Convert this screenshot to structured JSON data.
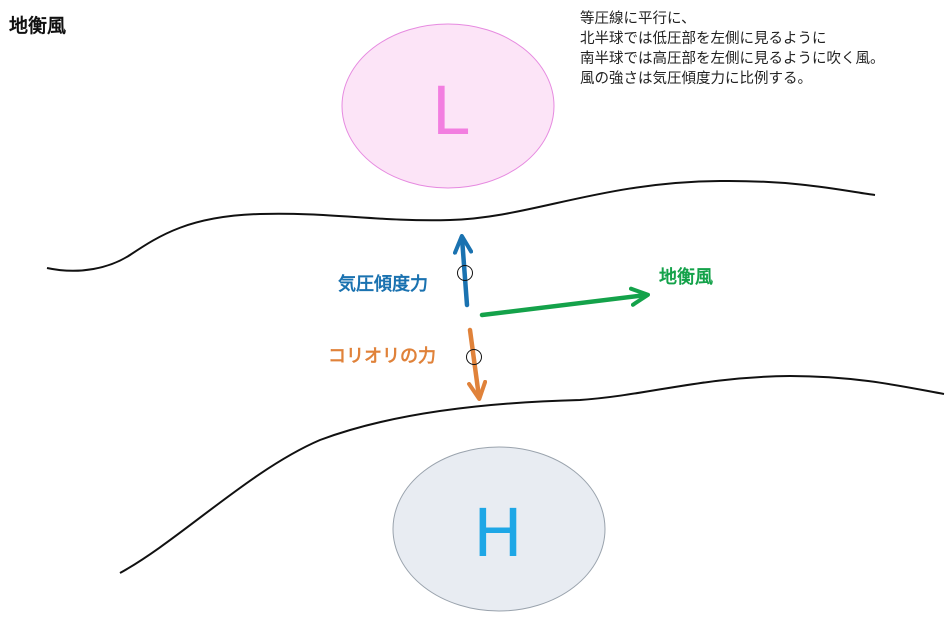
{
  "title": "地衡風",
  "description": [
    "等圧線に平行に、",
    "北半球では低圧部を左側に見るように",
    "南半球では高圧部を左側に見るように吹く風。",
    "風の強さは気圧傾度力に比例する。"
  ],
  "low": {
    "label": "L",
    "fill": "#fce4f7",
    "stroke": "#e68ae0",
    "text_color": "#f27ee0"
  },
  "high": {
    "label": "H",
    "fill": "#e8ecf2",
    "stroke": "#9aa3ad",
    "text_color": "#1ea7e6"
  },
  "forces": {
    "pressure_gradient": {
      "label": "気圧傾度力",
      "color": "#1a72b0"
    },
    "coriolis": {
      "label": "コリオリの力",
      "color": "#e0823a"
    },
    "geostrophic": {
      "label": "地衡風",
      "color": "#14a24a"
    }
  },
  "isobar_color": "#111111"
}
